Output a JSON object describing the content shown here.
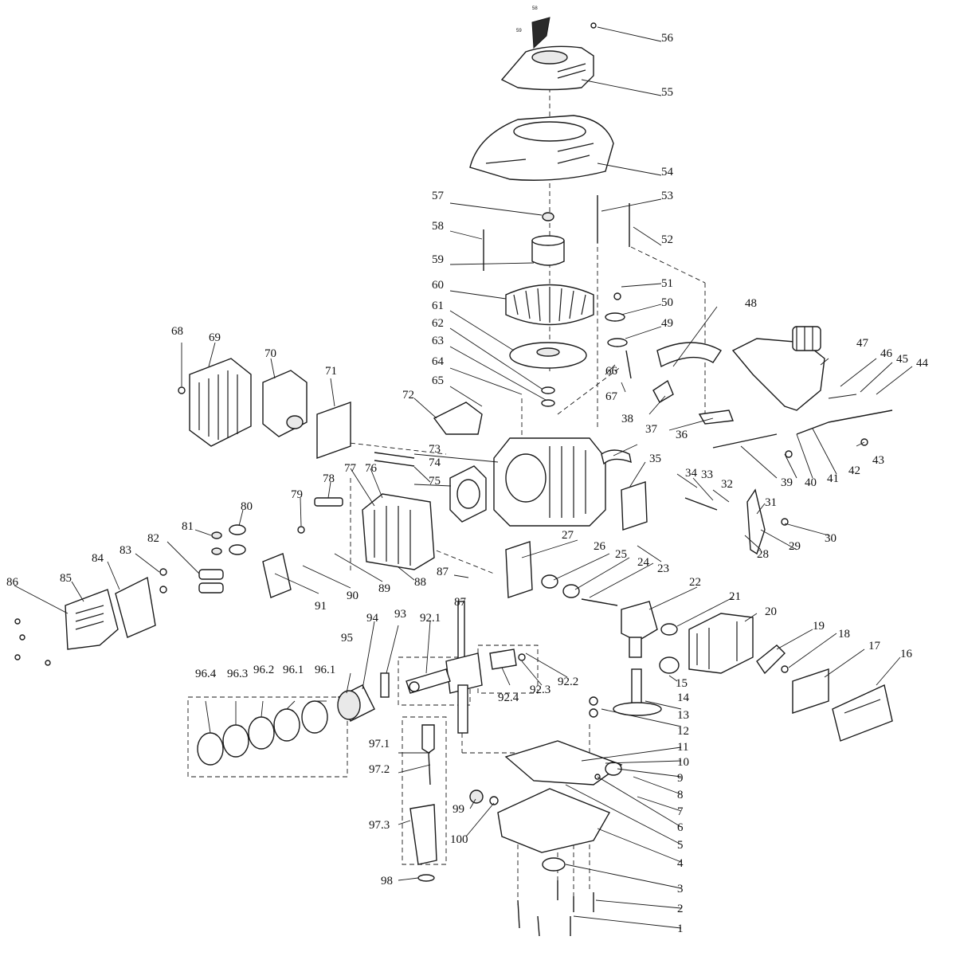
{
  "parts": [
    {
      "label": "1"
    },
    {
      "label": "2"
    },
    {
      "label": "3"
    },
    {
      "label": "4"
    },
    {
      "label": "5"
    },
    {
      "label": "6"
    },
    {
      "label": "7"
    },
    {
      "label": "8"
    },
    {
      "label": "9"
    },
    {
      "label": "10"
    },
    {
      "label": "11"
    },
    {
      "label": "12"
    },
    {
      "label": "13"
    },
    {
      "label": "14"
    },
    {
      "label": "15"
    },
    {
      "label": "16"
    },
    {
      "label": "17"
    },
    {
      "label": "18"
    },
    {
      "label": "19"
    },
    {
      "label": "20"
    },
    {
      "label": "21"
    },
    {
      "label": "22"
    },
    {
      "label": "23"
    },
    {
      "label": "24"
    },
    {
      "label": "25"
    },
    {
      "label": "26"
    },
    {
      "label": "27"
    },
    {
      "label": "28"
    },
    {
      "label": "29"
    },
    {
      "label": "30"
    },
    {
      "label": "31"
    },
    {
      "label": "32"
    },
    {
      "label": "33"
    },
    {
      "label": "34"
    },
    {
      "label": "35"
    },
    {
      "label": "36"
    },
    {
      "label": "37"
    },
    {
      "label": "38"
    },
    {
      "label": "39"
    },
    {
      "label": "40"
    },
    {
      "label": "41"
    },
    {
      "label": "42"
    },
    {
      "label": "43"
    },
    {
      "label": "44"
    },
    {
      "label": "45"
    },
    {
      "label": "46"
    },
    {
      "label": "47"
    },
    {
      "label": "48"
    },
    {
      "label": "49"
    },
    {
      "label": "50"
    },
    {
      "label": "51"
    },
    {
      "label": "52"
    },
    {
      "label": "53"
    },
    {
      "label": "54"
    },
    {
      "label": "55"
    },
    {
      "label": "56"
    },
    {
      "label": "57"
    },
    {
      "label": "58"
    },
    {
      "label": "59"
    },
    {
      "label": "60"
    },
    {
      "label": "61"
    },
    {
      "label": "62"
    },
    {
      "label": "63"
    },
    {
      "label": "64"
    },
    {
      "label": "65"
    },
    {
      "label": "66"
    },
    {
      "label": "67"
    },
    {
      "label": "68"
    },
    {
      "label": "69"
    },
    {
      "label": "70"
    },
    {
      "label": "71"
    },
    {
      "label": "72"
    },
    {
      "label": "73"
    },
    {
      "label": "74"
    },
    {
      "label": "75"
    },
    {
      "label": "76"
    },
    {
      "label": "77"
    },
    {
      "label": "78"
    },
    {
      "label": "79"
    },
    {
      "label": "80"
    },
    {
      "label": "81"
    },
    {
      "label": "82"
    },
    {
      "label": "83"
    },
    {
      "label": "84"
    },
    {
      "label": "85"
    },
    {
      "label": "86"
    },
    {
      "label": "87"
    },
    {
      "label": "87"
    },
    {
      "label": "88"
    },
    {
      "label": "89"
    },
    {
      "label": "90"
    },
    {
      "label": "91"
    },
    {
      "label": "92.1"
    },
    {
      "label": "92.2"
    },
    {
      "label": "92.3"
    },
    {
      "label": "92.4"
    },
    {
      "label": "93"
    },
    {
      "label": "94"
    },
    {
      "label": "95"
    },
    {
      "label": "96.1"
    },
    {
      "label": "96.1"
    },
    {
      "label": "96.2"
    },
    {
      "label": "96.3"
    },
    {
      "label": "96.4"
    },
    {
      "label": "97.1"
    },
    {
      "label": "97.2"
    },
    {
      "label": "97.3"
    },
    {
      "label": "98"
    },
    {
      "label": "99"
    },
    {
      "label": "100"
    }
  ],
  "tiny_labels": {
    "top": "58",
    "handle": "59"
  }
}
